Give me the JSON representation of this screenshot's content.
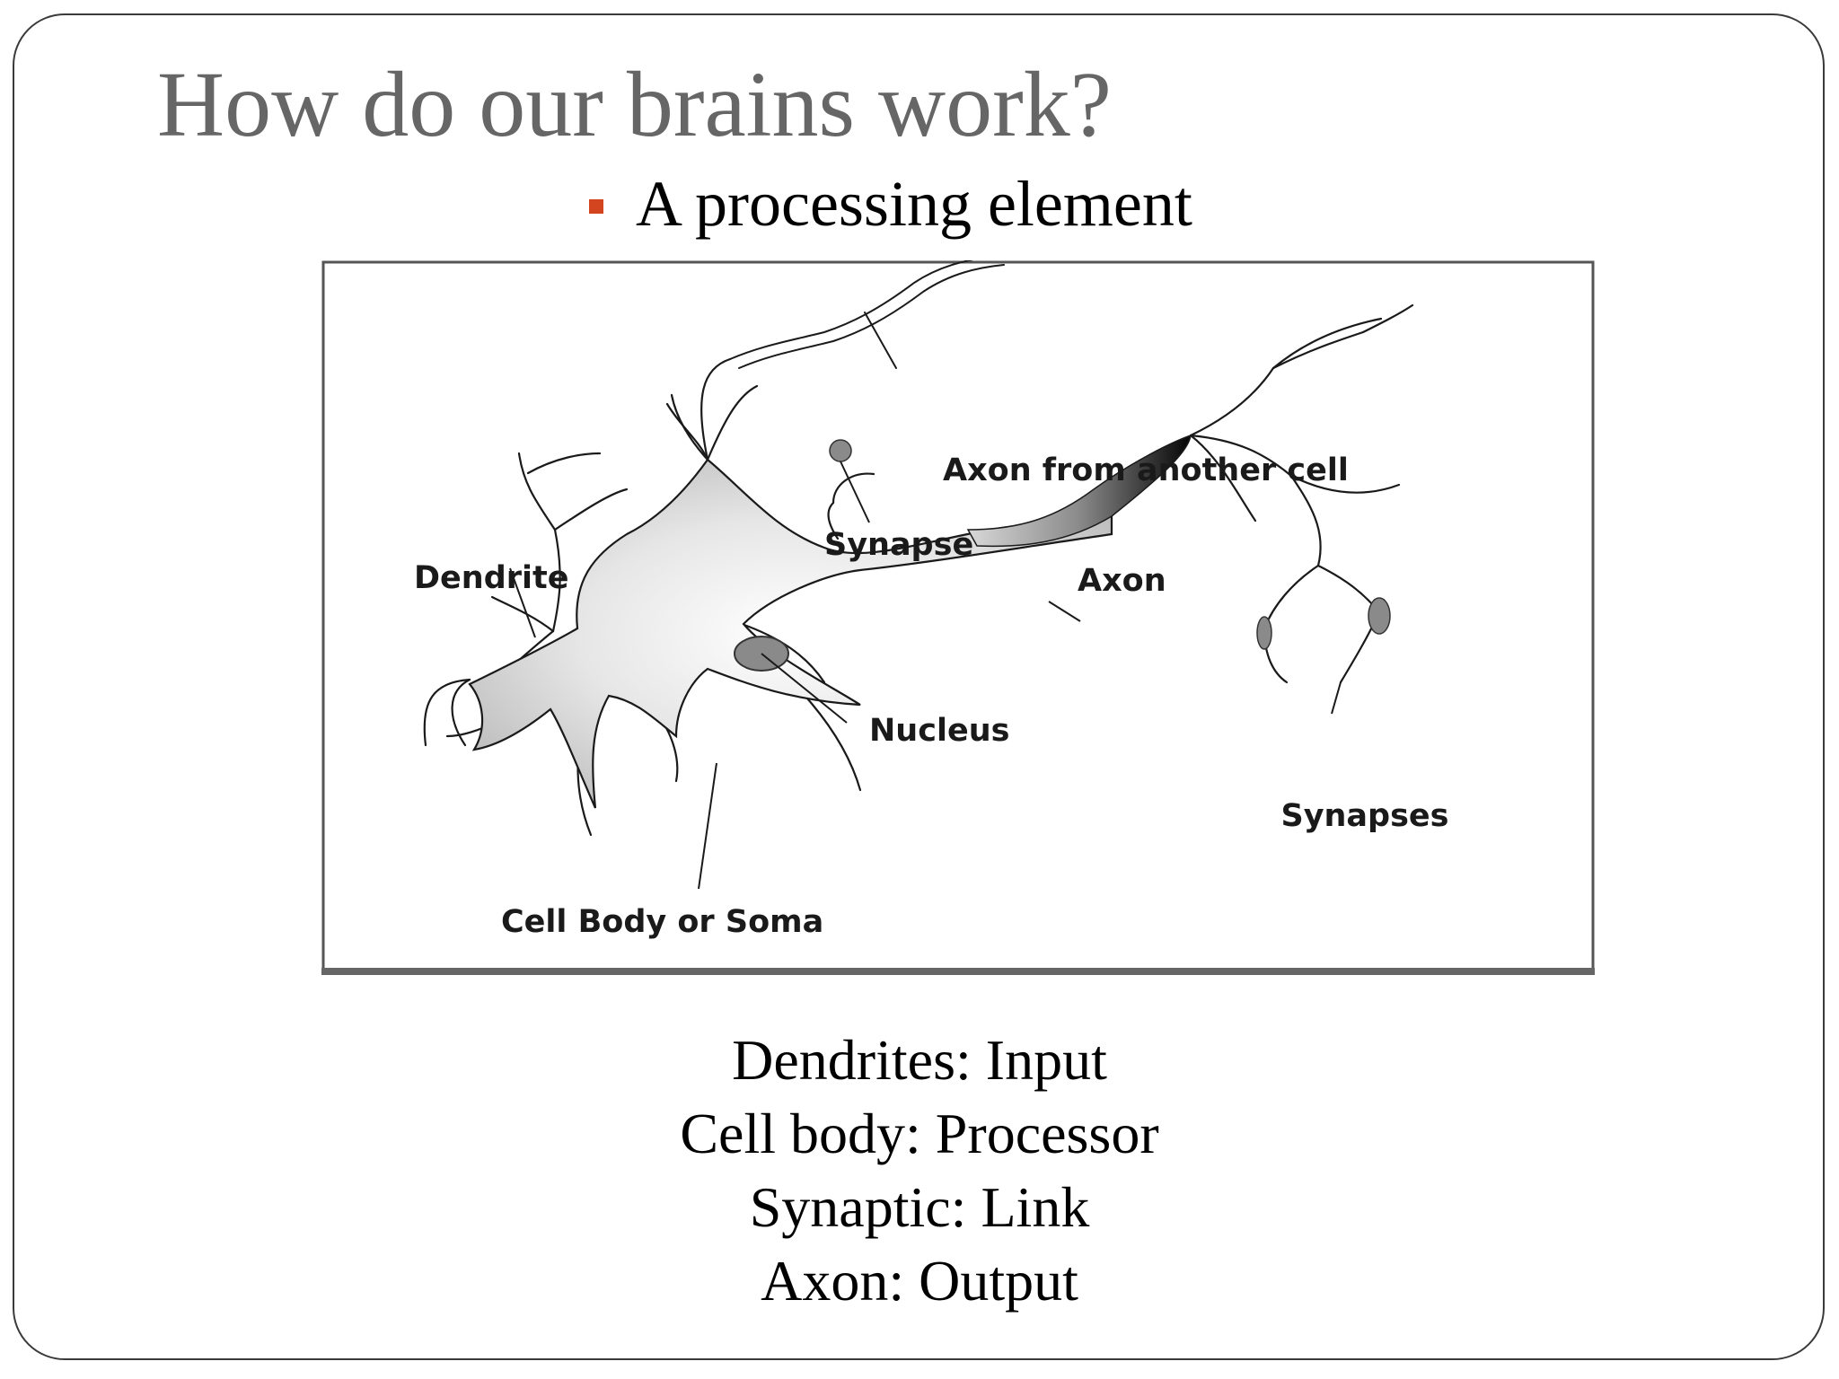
{
  "slide": {
    "title": "How do our brains work?",
    "bullet": "A processing element"
  },
  "diagram": {
    "labels": {
      "axon_from_another_cell": "Axon from another cell",
      "synapse": "Synapse",
      "dendrite": "Dendrite",
      "axon": "Axon",
      "nucleus": "Nucleus",
      "synapses": "Synapses",
      "cell_body": "Cell Body or Soma"
    }
  },
  "mappings": [
    "Dendrites: Input",
    "Cell body: Processor",
    "Synaptic: Link",
    "Axon: Output"
  ],
  "colors": {
    "title": "#666666",
    "bullet_accent": "#d2451e",
    "frame": "#3a3a3a"
  },
  "icons": {
    "bullet": "square-bullet-icon"
  }
}
